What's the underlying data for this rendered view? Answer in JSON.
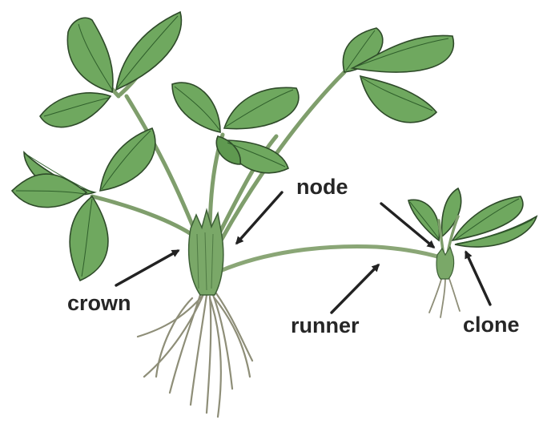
{
  "labels": {
    "node": "node",
    "crown": "crown",
    "runner": "runner",
    "clone": "clone"
  },
  "colors": {
    "leaf": "#6fa85f",
    "leaf_dark": "#4f8a45",
    "vein": "#2f5f2b",
    "outline": "#2e4a29",
    "stem": "#8fae7a",
    "root": "#9a9a84",
    "arrow": "#222222",
    "text": "#262626"
  }
}
